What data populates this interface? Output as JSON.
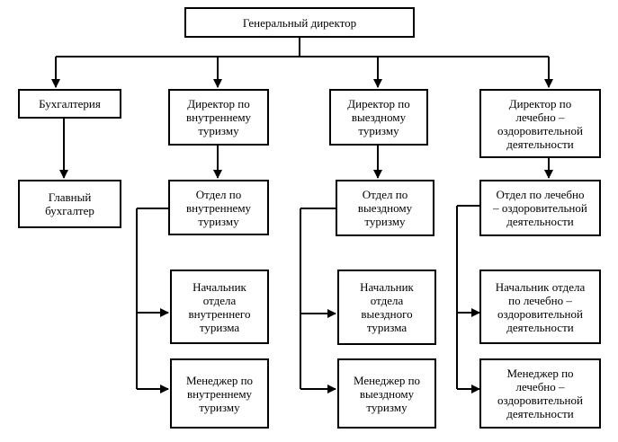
{
  "org_chart": {
    "root": "Генеральный  директор",
    "accounting": "Бухгалтерия",
    "chief_accountant": "Главный\nбухгалтер",
    "director_inbound": "Директор по\nвнутреннему\nтуризму",
    "director_outbound": "Директор по\nвыездному\nтуризму",
    "director_health": "Директор по\nлечебно –\nоздоровительной\nдеятельности",
    "dept_inbound": "Отдел по\nвнутреннему\nтуризму",
    "dept_outbound": "Отдел по\nвыездному\nтуризму",
    "dept_health": "Отдел по лечебно\n– оздоровительной\nдеятельности",
    "head_inbound": "Начальник\nотдела\nвнутреннего\nтуризма",
    "head_outbound": "Начальник\nотдела\nвыездного\nтуризма",
    "head_health": "Начальник отдела\nпо лечебно –\nоздоровительной\nдеятельности",
    "manager_inbound": "Менеджер по\nвнутреннему\nтуризму",
    "manager_outbound": "Менеджер по\nвыездному\nтуризму",
    "manager_health": "Менеджер по\nлечебно –\nоздоровительной\nдеятельности"
  }
}
